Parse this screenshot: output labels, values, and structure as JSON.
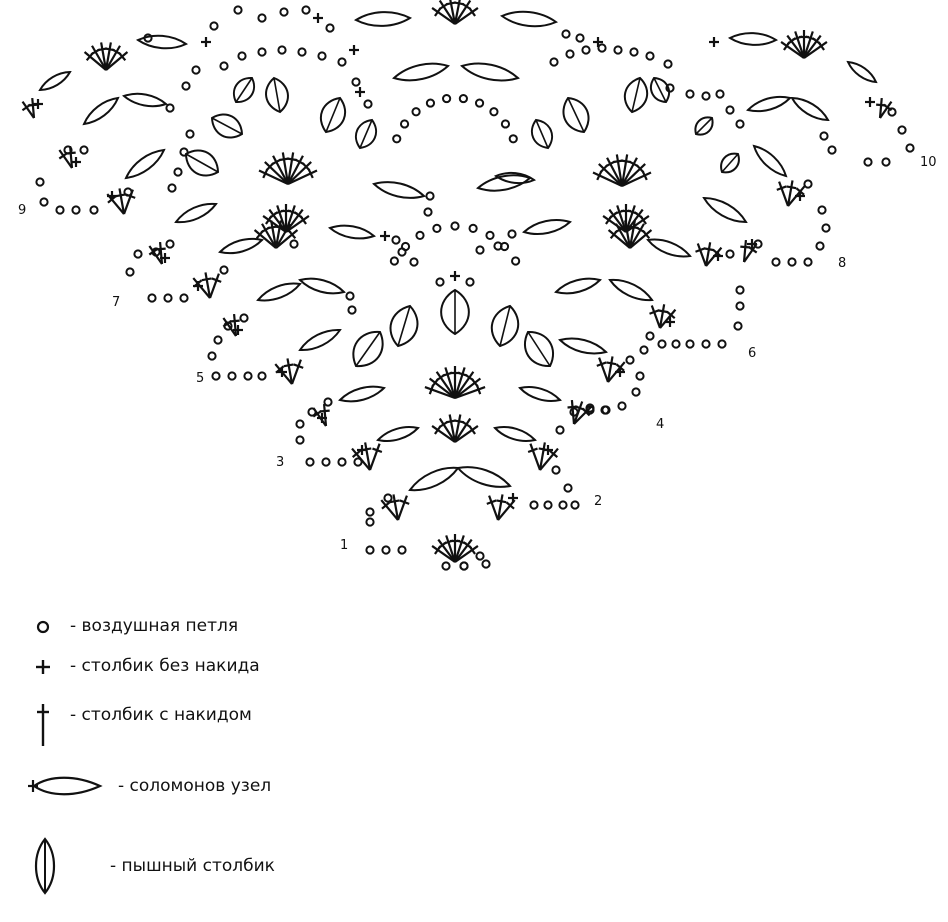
{
  "row_numbers": [
    "1",
    "2",
    "3",
    "4",
    "5",
    "6",
    "7",
    "8",
    "9",
    "10"
  ],
  "legend": [
    {
      "symbol": "chain-stitch",
      "label": "- воздушная петля"
    },
    {
      "symbol": "single-crochet",
      "label": "- столбик без накида"
    },
    {
      "symbol": "double-crochet",
      "label": "- столбик с накидом"
    },
    {
      "symbol": "solomon-knot",
      "label": "- соломонов узел"
    },
    {
      "symbol": "puff-stitch",
      "label": "- пышный столбик"
    }
  ]
}
